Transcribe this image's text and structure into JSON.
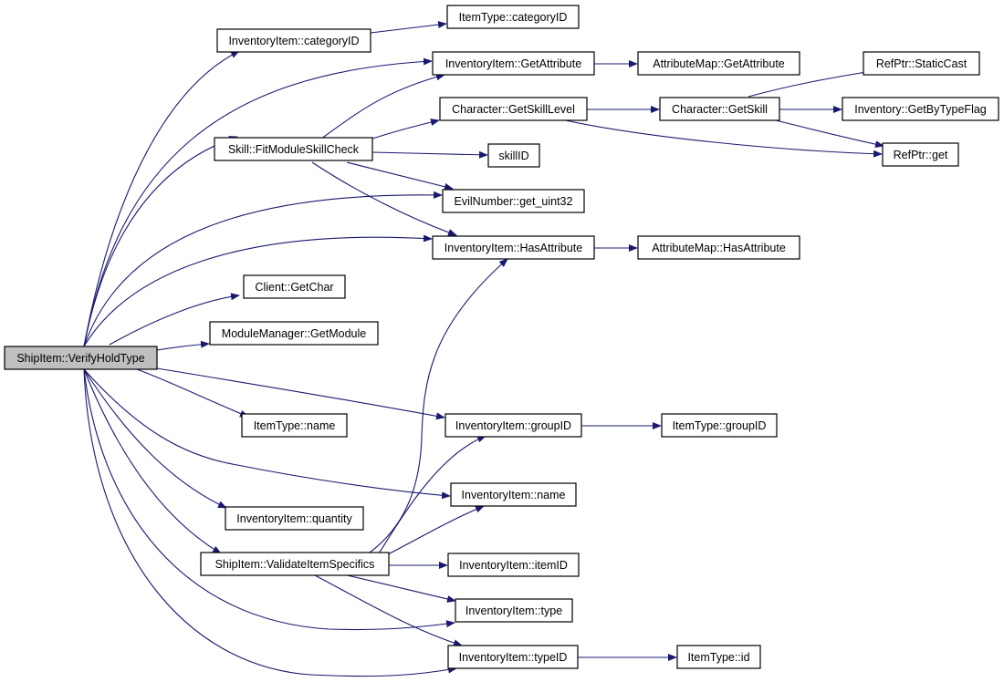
{
  "diagram": {
    "colors": {
      "edge": "#191970",
      "root_fill": "#bfbfbf",
      "node_fill": "#ffffff",
      "border": "#000000"
    },
    "nodes": {
      "root": "ShipItem::VerifyHoldType",
      "inv_categoryID": "InventoryItem::categoryID",
      "it_categoryID": "ItemType::categoryID",
      "inv_getattr": "InventoryItem::GetAttribute",
      "am_getattr": "AttributeMap::GetAttribute",
      "char_getskilllevel": "Character::GetSkillLevel",
      "char_getskill": "Character::GetSkill",
      "refptr_staticcast": "RefPtr::StaticCast",
      "inventory_getbytypeflag": "Inventory::GetByTypeFlag",
      "skill_fitmodule": "Skill::FitModuleSkillCheck",
      "skillID": "skillID",
      "refptr_get": "RefPtr::get",
      "evil_get_uint32": "EvilNumber::get_uint32",
      "inv_hasattr": "InventoryItem::HasAttribute",
      "am_hasattr": "AttributeMap::HasAttribute",
      "client_getchar": "Client::GetChar",
      "mm_getmodule": "ModuleManager::GetModule",
      "it_name": "ItemType::name",
      "inv_groupID": "InventoryItem::groupID",
      "it_groupID": "ItemType::groupID",
      "inv_name": "InventoryItem::name",
      "inv_quantity": "InventoryItem::quantity",
      "ship_validate": "ShipItem::ValidateItemSpecifics",
      "inv_itemID": "InventoryItem::itemID",
      "inv_type": "InventoryItem::type",
      "inv_typeID": "InventoryItem::typeID",
      "it_id": "ItemType::id"
    }
  }
}
